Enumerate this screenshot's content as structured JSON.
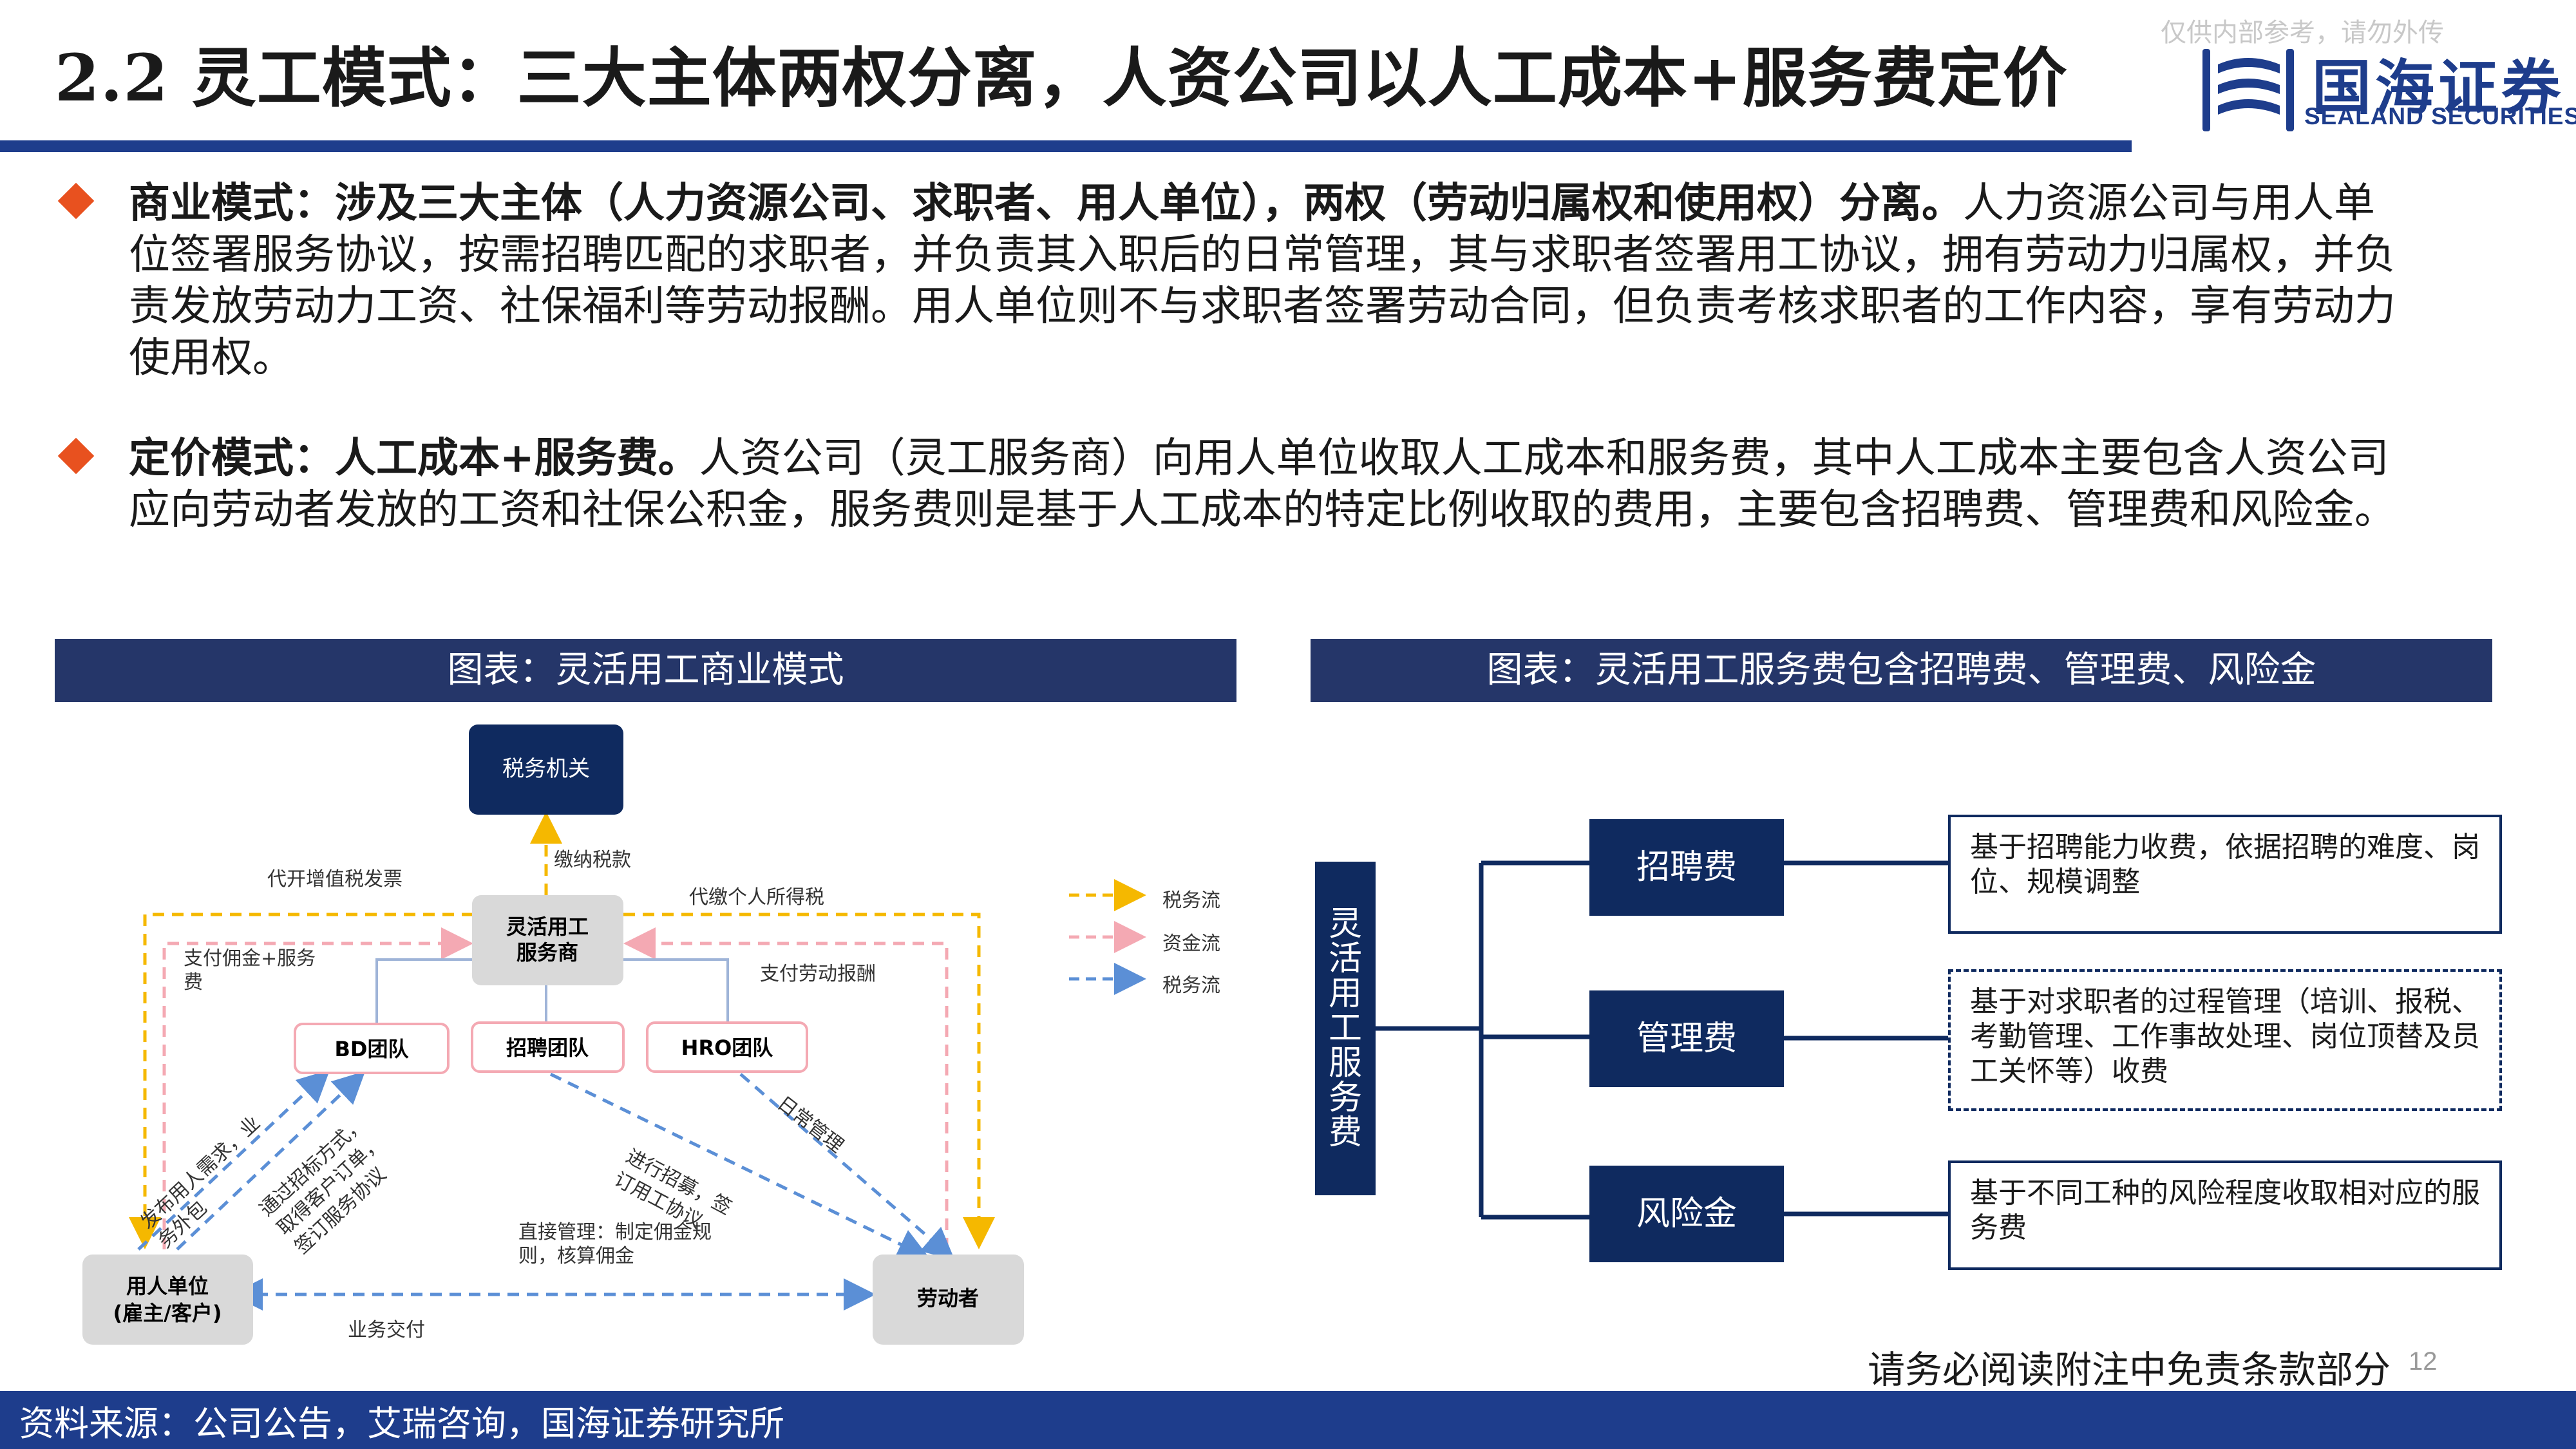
{
  "header": {
    "title": "2.2 灵工模式：三大主体两权分离，人资公司以人工成本+服务费定价",
    "watermark": "仅供内部参考，请勿外传",
    "logo_cn": "国海证券",
    "logo_en": "SEALAND SECURITIES"
  },
  "paragraphs": [
    {
      "bold": "商业模式：涉及三大主体（人力资源公司、求职者、用人单位），两权（劳动归属权和使用权）分离。",
      "text": "人力资源公司与用人单位签署服务协议，按需招聘匹配的求职者，并负责其入职后的日常管理，其与求职者签署用工协议，拥有劳动力归属权，并负责发放劳动力工资、社保福利等劳动报酬。用人单位则不与求职者签署劳动合同，但负责考核求职者的工作内容，享有劳动力使用权。"
    },
    {
      "bold": "定价模式：人工成本+服务费。",
      "text": "人资公司（灵工服务商）向用人单位收取人工成本和服务费，其中人工成本主要包含人资公司应向劳动者发放的工资和社保公积金，服务费则是基于人工成本的特定比例收取的费用，主要包含招聘费、管理费和风险金。"
    }
  ],
  "left_chart": {
    "header": "图表：灵活用工商业模式",
    "nodes": {
      "tax": "税务机关",
      "provider_l1": "灵活用工",
      "provider_l2": "服务商",
      "bd": "BD团队",
      "recruit": "招聘团队",
      "hro": "HRO团队",
      "employer_l1": "用人单位",
      "employer_l2": "(雇主/客户)",
      "worker": "劳动者"
    },
    "labels": {
      "pay_tax": "缴纳税款",
      "vat_invoice": "代开增值税发票",
      "withhold_tax": "代缴个人所得税",
      "pay_comm_l1": "支付佣金+服务",
      "pay_comm_l2": "费",
      "pay_wage": "支付劳动报酬",
      "publish_l1": "发布用人需求，业",
      "publish_l2": "务外包",
      "bd_l1": "通过招标方式，",
      "bd_l2": "取得客户订单，",
      "bd_l3": "签订服务协议",
      "recruit_l1": "进行招募，签",
      "recruit_l2": "订用工协议",
      "daily": "日常管理",
      "direct_l1": "直接管理：制定佣金规",
      "direct_l2": "则，核算佣金",
      "delivery": "业务交付"
    },
    "legend": [
      "税务流",
      "资金流",
      "税务流"
    ],
    "colors": {
      "tax_flow": "#f5b800",
      "fund_flow": "#f4a9b3",
      "info_flow": "#5b8fd6"
    }
  },
  "right_chart": {
    "header": "图表：灵活用工服务费包含招聘费、管理费、风险金",
    "root": [
      "灵",
      "活",
      "用",
      "工",
      "服",
      "务",
      "费"
    ],
    "items": [
      {
        "name": "招聘费",
        "desc": "基于招聘能力收费，依据招聘的难度、岗位、规模调整"
      },
      {
        "name": "管理费",
        "desc": "基于对求职者的过程管理（培训、报税、考勤管理、工作事故处理、岗位顶替及员工关怀等）收费"
      },
      {
        "name": "风险金",
        "desc": "基于不同工种的风险程度收取相对应的服务费"
      }
    ]
  },
  "footer": {
    "source": "资料来源：公司公告，艾瑞咨询，国海证券研究所",
    "disclaimer": "请务必阅读附注中免责条款部分",
    "page": "12"
  }
}
